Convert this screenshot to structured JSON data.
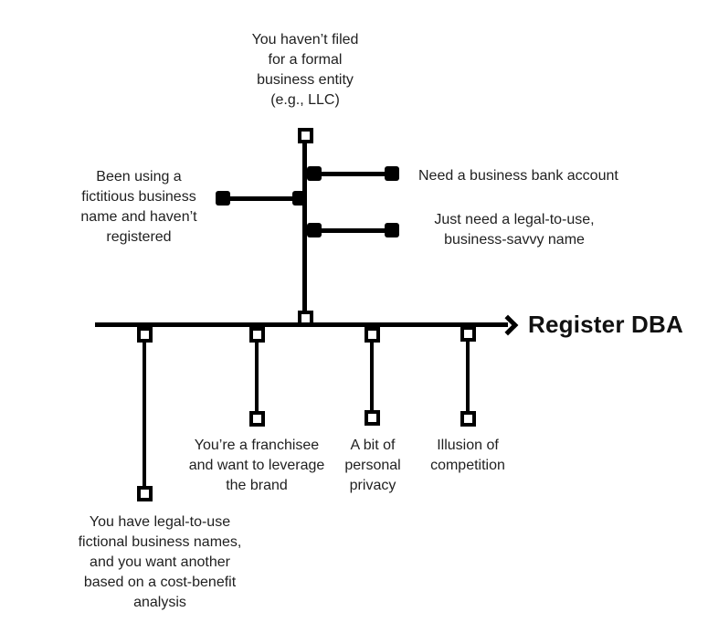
{
  "diagram": {
    "axis_title": "Register DBA",
    "top_branch": {
      "label": "You haven’t filed\nfor a formal\nbusiness entity\n(e.g., LLC)"
    },
    "left_branches": [
      {
        "label": "Been using a\nfictitious business\nname and haven’t\nregistered"
      }
    ],
    "right_branches": [
      {
        "label": "Need a business bank account"
      },
      {
        "label": "Just need a legal-to-use,\nbusiness-savvy name"
      }
    ],
    "bottom_branches": [
      {
        "label": "You have legal-to-use\nfictional business names,\nand you want another\nbased on a cost-benefit\nanalysis"
      },
      {
        "label": "You’re a franchisee\nand want to leverage\nthe brand"
      },
      {
        "label": "A bit of\npersonal\nprivacy"
      },
      {
        "label": "Illusion of\ncompetition"
      }
    ],
    "colors": {
      "line": "#000000",
      "text": "#1f1f1f",
      "background": "#ffffff"
    }
  }
}
